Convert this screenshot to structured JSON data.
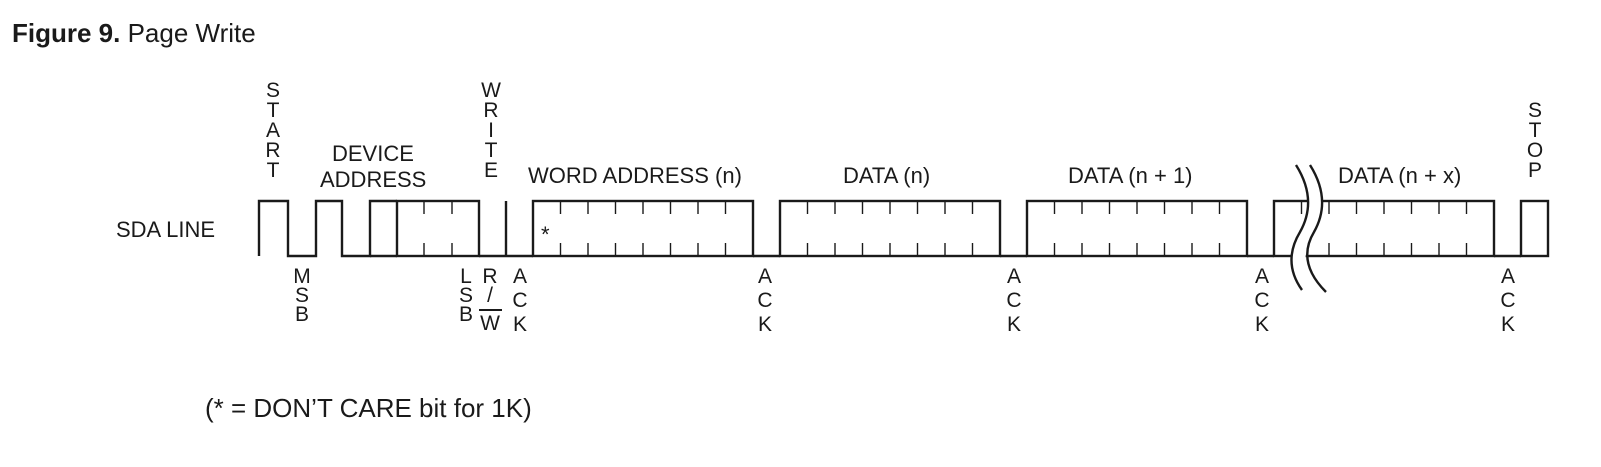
{
  "caption": {
    "figure": "Figure 9.",
    "title": "Page Write"
  },
  "signal_label": "SDA LINE",
  "top_labels": {
    "start": "START",
    "device_address": [
      "DEVICE",
      "ADDRESS"
    ],
    "write": "WRITE",
    "word_address": "WORD ADDRESS (n)",
    "data_n": "DATA (n)",
    "data_n1": "DATA (n + 1)",
    "data_nx": "DATA (n + x)",
    "stop": "STOP"
  },
  "bottom_labels": {
    "msb": "MSB",
    "lsb": "LSB",
    "rw": [
      "R",
      "/",
      "W"
    ],
    "ack": "ACK"
  },
  "dont_care_marker": "*",
  "footnote": "(* = DON’T CARE bit for 1K)"
}
